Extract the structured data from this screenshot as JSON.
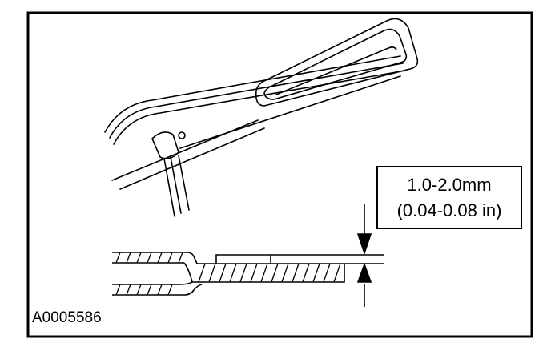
{
  "dimension_callout": {
    "metric": "1.0-2.0mm",
    "imperial": "(0.04-0.08 in)"
  },
  "figure_id": "A0005586"
}
